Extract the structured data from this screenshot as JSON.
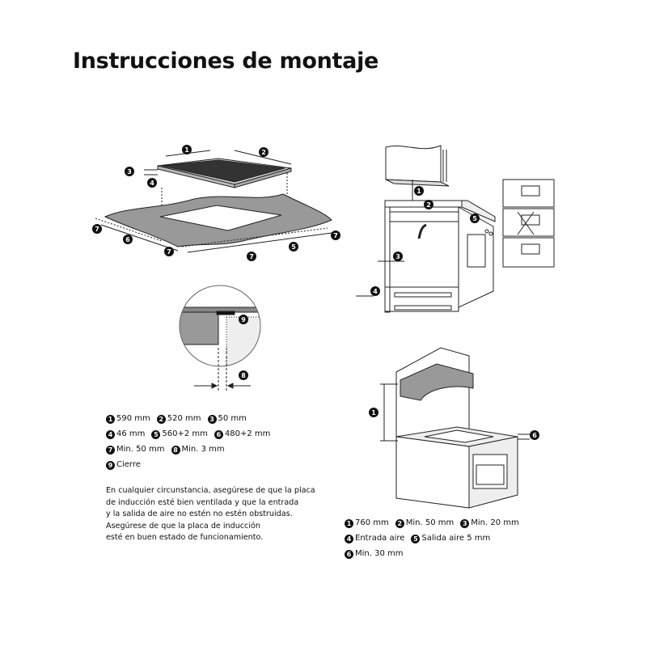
{
  "title": "Instrucciones de montaje",
  "diagram_markers": {
    "hob": [
      "1",
      "2",
      "3",
      "4",
      "7",
      "6",
      "7",
      "7",
      "5",
      "7"
    ],
    "detail": [
      "9",
      "8"
    ],
    "ventilation": [
      "1",
      "2",
      "3",
      "4",
      "5"
    ],
    "cabinet": [
      "1",
      "6"
    ]
  },
  "legend_left": [
    [
      {
        "n": "1",
        "t": "590 mm"
      },
      {
        "n": "2",
        "t": "520 mm"
      },
      {
        "n": "3",
        "t": "50 mm"
      }
    ],
    [
      {
        "n": "4",
        "t": "46 mm"
      },
      {
        "n": "5",
        "t": "560+2 mm"
      },
      {
        "n": "6",
        "t": "480+2 mm"
      }
    ],
    [
      {
        "n": "7",
        "t": "Min. 50 mm"
      },
      {
        "n": "8",
        "t": "Min. 3 mm"
      }
    ],
    [
      {
        "n": "9",
        "t": "Cierre"
      }
    ]
  ],
  "note_lines": [
    "En cualquier circunstancia, asegúrese de que la placa",
    "de inducción esté bien ventilada y que la entrada",
    "y la salida de aire no estén no estén obstruidas.",
    "Asegúrese de que la placa de inducción",
    "esté en buen estado de funcionamiento."
  ],
  "legend_right": [
    [
      {
        "n": "1",
        "t": "760 mm"
      },
      {
        "n": "2",
        "t": "Min. 50 mm"
      },
      {
        "n": "3",
        "t": "Min. 20 mm"
      }
    ],
    [
      {
        "n": "4",
        "t": "Entrada aire"
      },
      {
        "n": "5",
        "t": "Salida aire 5 mm"
      }
    ],
    [
      {
        "n": "6",
        "t": "Min. 30 mm"
      }
    ]
  ]
}
